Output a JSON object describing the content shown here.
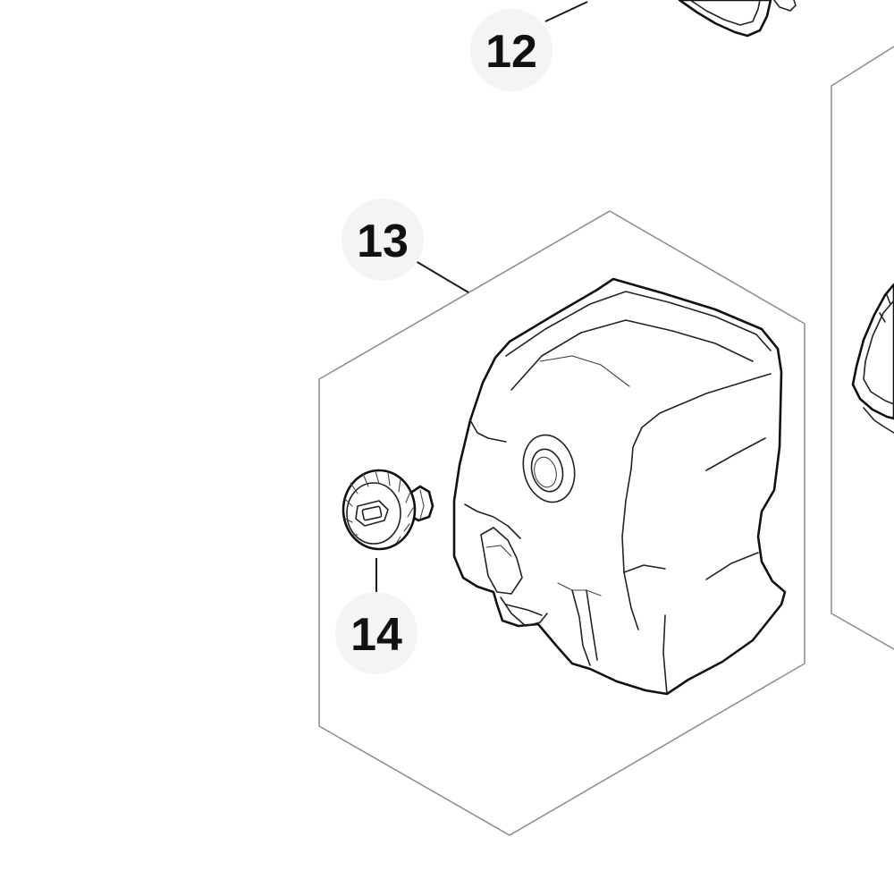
{
  "callouts": {
    "c12": "12",
    "c13": "13",
    "c14": "14"
  },
  "colors": {
    "line": "#111111",
    "frame": "#8a8a8a",
    "callout_background": "#f4f4f4"
  }
}
